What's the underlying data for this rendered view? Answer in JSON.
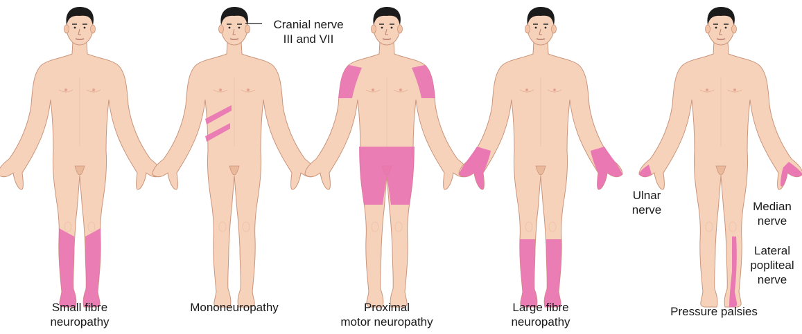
{
  "diagram": {
    "highlight_color": "#e86fb2",
    "skin_color": "#f7d2bb",
    "hair_color": "#1b1b1b",
    "figures": [
      {
        "id": "small-fibre",
        "caption": [
          "Small fibre",
          "neuropathy"
        ],
        "affected_areas": [
          "both lower legs and feet"
        ]
      },
      {
        "id": "mononeuropathy",
        "caption": [
          "Mononeuropathy"
        ],
        "callout": [
          "Cranial nerve",
          "III and VII"
        ],
        "affected_areas": [
          "cranial nerve III and VII",
          "two thoracic bands on right side"
        ]
      },
      {
        "id": "proximal-motor",
        "caption": [
          "Proximal",
          "motor neuropathy"
        ],
        "affected_areas": [
          "both shoulders",
          "pelvis and both thighs"
        ]
      },
      {
        "id": "large-fibre",
        "caption": [
          "Large fibre",
          "neuropathy"
        ],
        "affected_areas": [
          "both hands",
          "both lower legs and feet"
        ]
      },
      {
        "id": "pressure-palsies",
        "caption": [
          "Pressure palsies"
        ],
        "callouts": {
          "ulnar": [
            "Ulnar",
            "nerve"
          ],
          "median": [
            "Median",
            "nerve"
          ],
          "lateral_popliteal": [
            "Lateral",
            "popliteal",
            "nerve"
          ]
        },
        "affected_areas": [
          "ulnar side of right hand",
          "median side of left hand",
          "lateral left lower leg"
        ]
      }
    ]
  }
}
